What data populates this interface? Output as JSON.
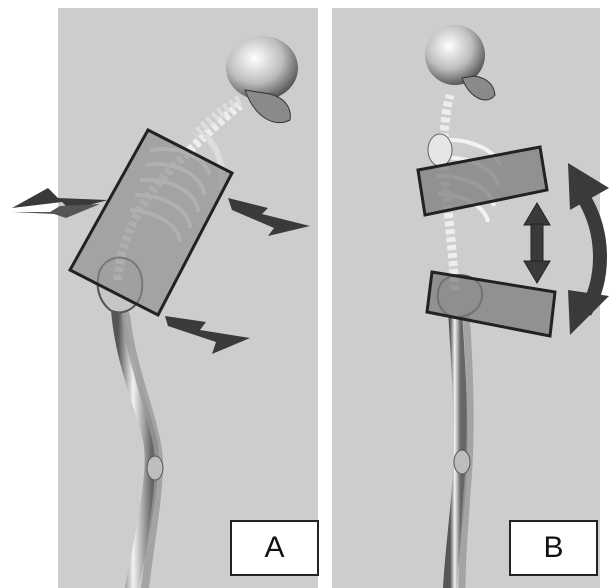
{
  "panels": [
    {
      "id": "A",
      "label": "A"
    },
    {
      "id": "B",
      "label": "B"
    }
  ],
  "colors": {
    "background": "#cdcdcd",
    "bone": "#eeeeee",
    "bone_shadow": "#6e6e6e",
    "brace": "#8c8c8c",
    "arrow": "#3a3a3a"
  }
}
